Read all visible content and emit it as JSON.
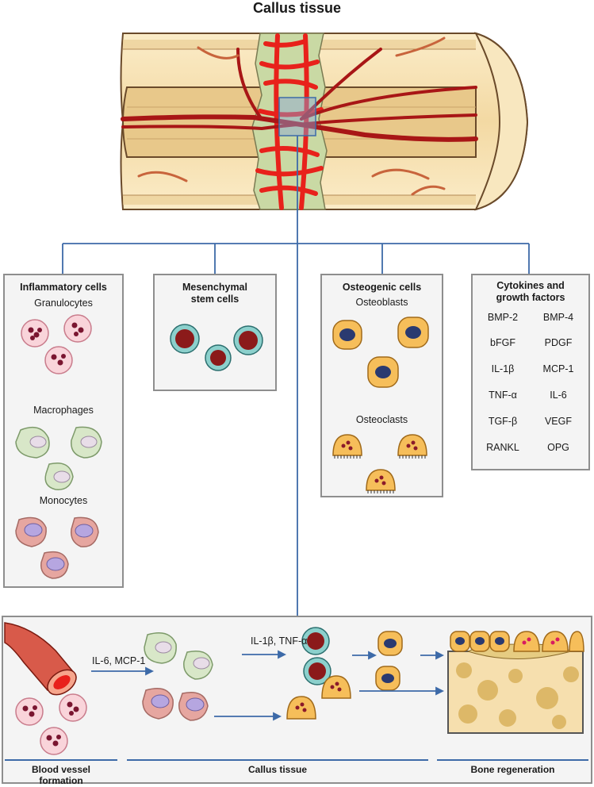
{
  "title": "Callus tissue",
  "boxes": {
    "inflammatory": {
      "title": "Inflammatory cells",
      "granulocytes": "Granulocytes",
      "macrophages": "Macrophages",
      "monocytes": "Monocytes"
    },
    "mesenchymal": {
      "title_line1": "Mesenchymal",
      "title_line2": "stem cells"
    },
    "osteogenic": {
      "title": "Osteogenic cells",
      "osteoblasts": "Osteoblasts",
      "osteoclasts": "Osteoclasts"
    },
    "cytokines": {
      "title_line1": "Cytokines and",
      "title_line2": "growth factors",
      "items": [
        "BMP-2",
        "BMP-4",
        "bFGF",
        "PDGF",
        "IL-1β",
        "MCP-1",
        "TNF-α",
        "IL-6",
        "TGF-β",
        "VEGF",
        "RANKL",
        "OPG"
      ]
    }
  },
  "bottom": {
    "arrow_label_1": "IL-6, MCP-1",
    "arrow_label_2": "IL-1β, TNF-α",
    "stage_1_line1": "Blood vessel",
    "stage_1_line2": "formation",
    "stage_2": "Callus tissue",
    "stage_3": "Bone regeneration"
  },
  "colors": {
    "connector": "#3d6aa8",
    "box_border": "#8e8e8e",
    "box_fill": "#f4f4f4",
    "bone": "#f6dfae",
    "vessel": "#b41e1e",
    "callus": "#c9d9a4"
  }
}
